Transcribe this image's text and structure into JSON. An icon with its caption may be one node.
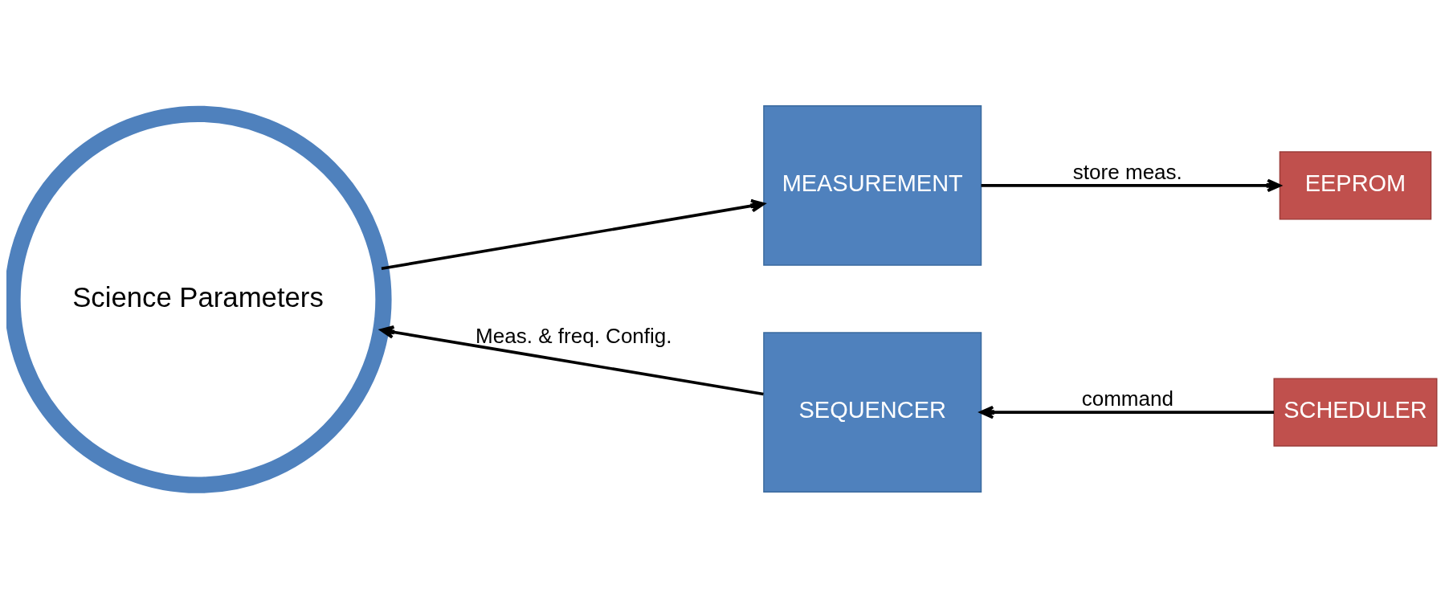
{
  "diagram": {
    "nodes": [
      {
        "text": [
          "Science Parameters"
        ]
      },
      {
        "text": [
          "MEASUREMENT"
        ]
      },
      {
        "text": [
          "EEPROM"
        ]
      },
      {
        "text": [
          "SEQUENCER"
        ]
      },
      {
        "text": [
          "SCHEDULER"
        ]
      }
    ],
    "edges": [
      {
        "from": 0,
        "to": 1,
        "arrow": "to"
      },
      {
        "from": 1,
        "to": 2,
        "arrow": "to",
        "label": "store meas."
      },
      {
        "from": 4,
        "to": 3,
        "arrow": "to",
        "label": "command"
      },
      {
        "from": 3,
        "to": 0,
        "arrow": "to",
        "label": "Meas. & freq. Config."
      }
    ]
  }
}
